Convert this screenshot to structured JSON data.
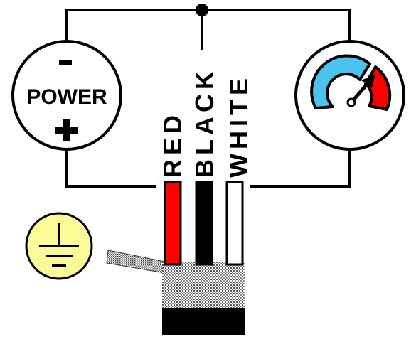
{
  "power_source": {
    "minus_sign": "-",
    "label": "POWER",
    "plus_sign": "+"
  },
  "wires": [
    {
      "label": "RED",
      "color": "#ff0000"
    },
    {
      "label": "BLACK",
      "color": "#000000"
    },
    {
      "label": "WHITE",
      "color": "#ffffff"
    }
  ],
  "gauge": {
    "arc_color": "#4cc3ec",
    "warning_color": "#ff0000",
    "icon": "gauge-icon"
  },
  "ground": {
    "fill_color": "#fafa99",
    "icon": "ground-symbol-icon"
  },
  "line_color": "#000000"
}
